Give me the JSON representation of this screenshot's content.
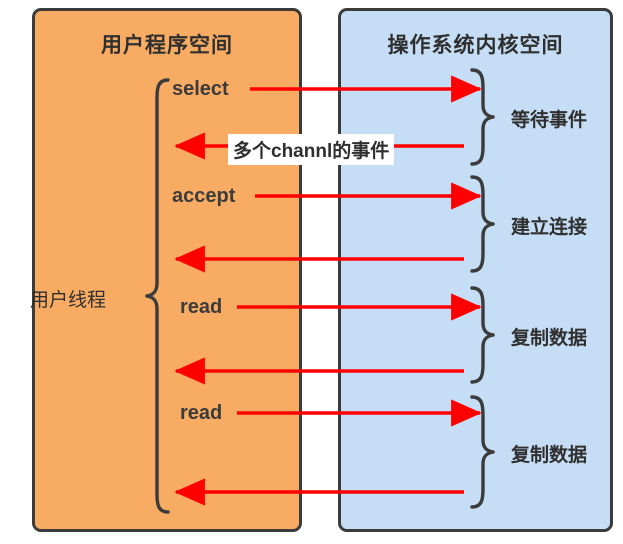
{
  "diagram": {
    "title": "IO multiplexing (select) flow between user space and kernel space",
    "colors": {
      "user_space_fill": "#F8AC63",
      "kernel_space_fill": "#C5DDF5",
      "box_border": "#3b3b3b",
      "arrow": "#FF0000",
      "brace": "#3b3b3b",
      "text": "#2f2f2f"
    },
    "panels": [
      {
        "id": "user-space",
        "title": "用户程序空间"
      },
      {
        "id": "kernel-space",
        "title": "操作系统内核空间"
      }
    ],
    "thread_label": "用户线程",
    "calls": [
      {
        "id": "select",
        "label": "select"
      },
      {
        "id": "accept",
        "label": "accept"
      },
      {
        "id": "read1",
        "label": "read"
      },
      {
        "id": "read2",
        "label": "read"
      }
    ],
    "return_labels": [
      {
        "id": "events",
        "label": "多个channl的事件"
      }
    ],
    "kernel_phases": [
      {
        "id": "wait-event",
        "label": "等待事件"
      },
      {
        "id": "establish-connection",
        "label": "建立连接"
      },
      {
        "id": "copy-data-1",
        "label": "复制数据"
      },
      {
        "id": "copy-data-2",
        "label": "复制数据"
      }
    ]
  }
}
